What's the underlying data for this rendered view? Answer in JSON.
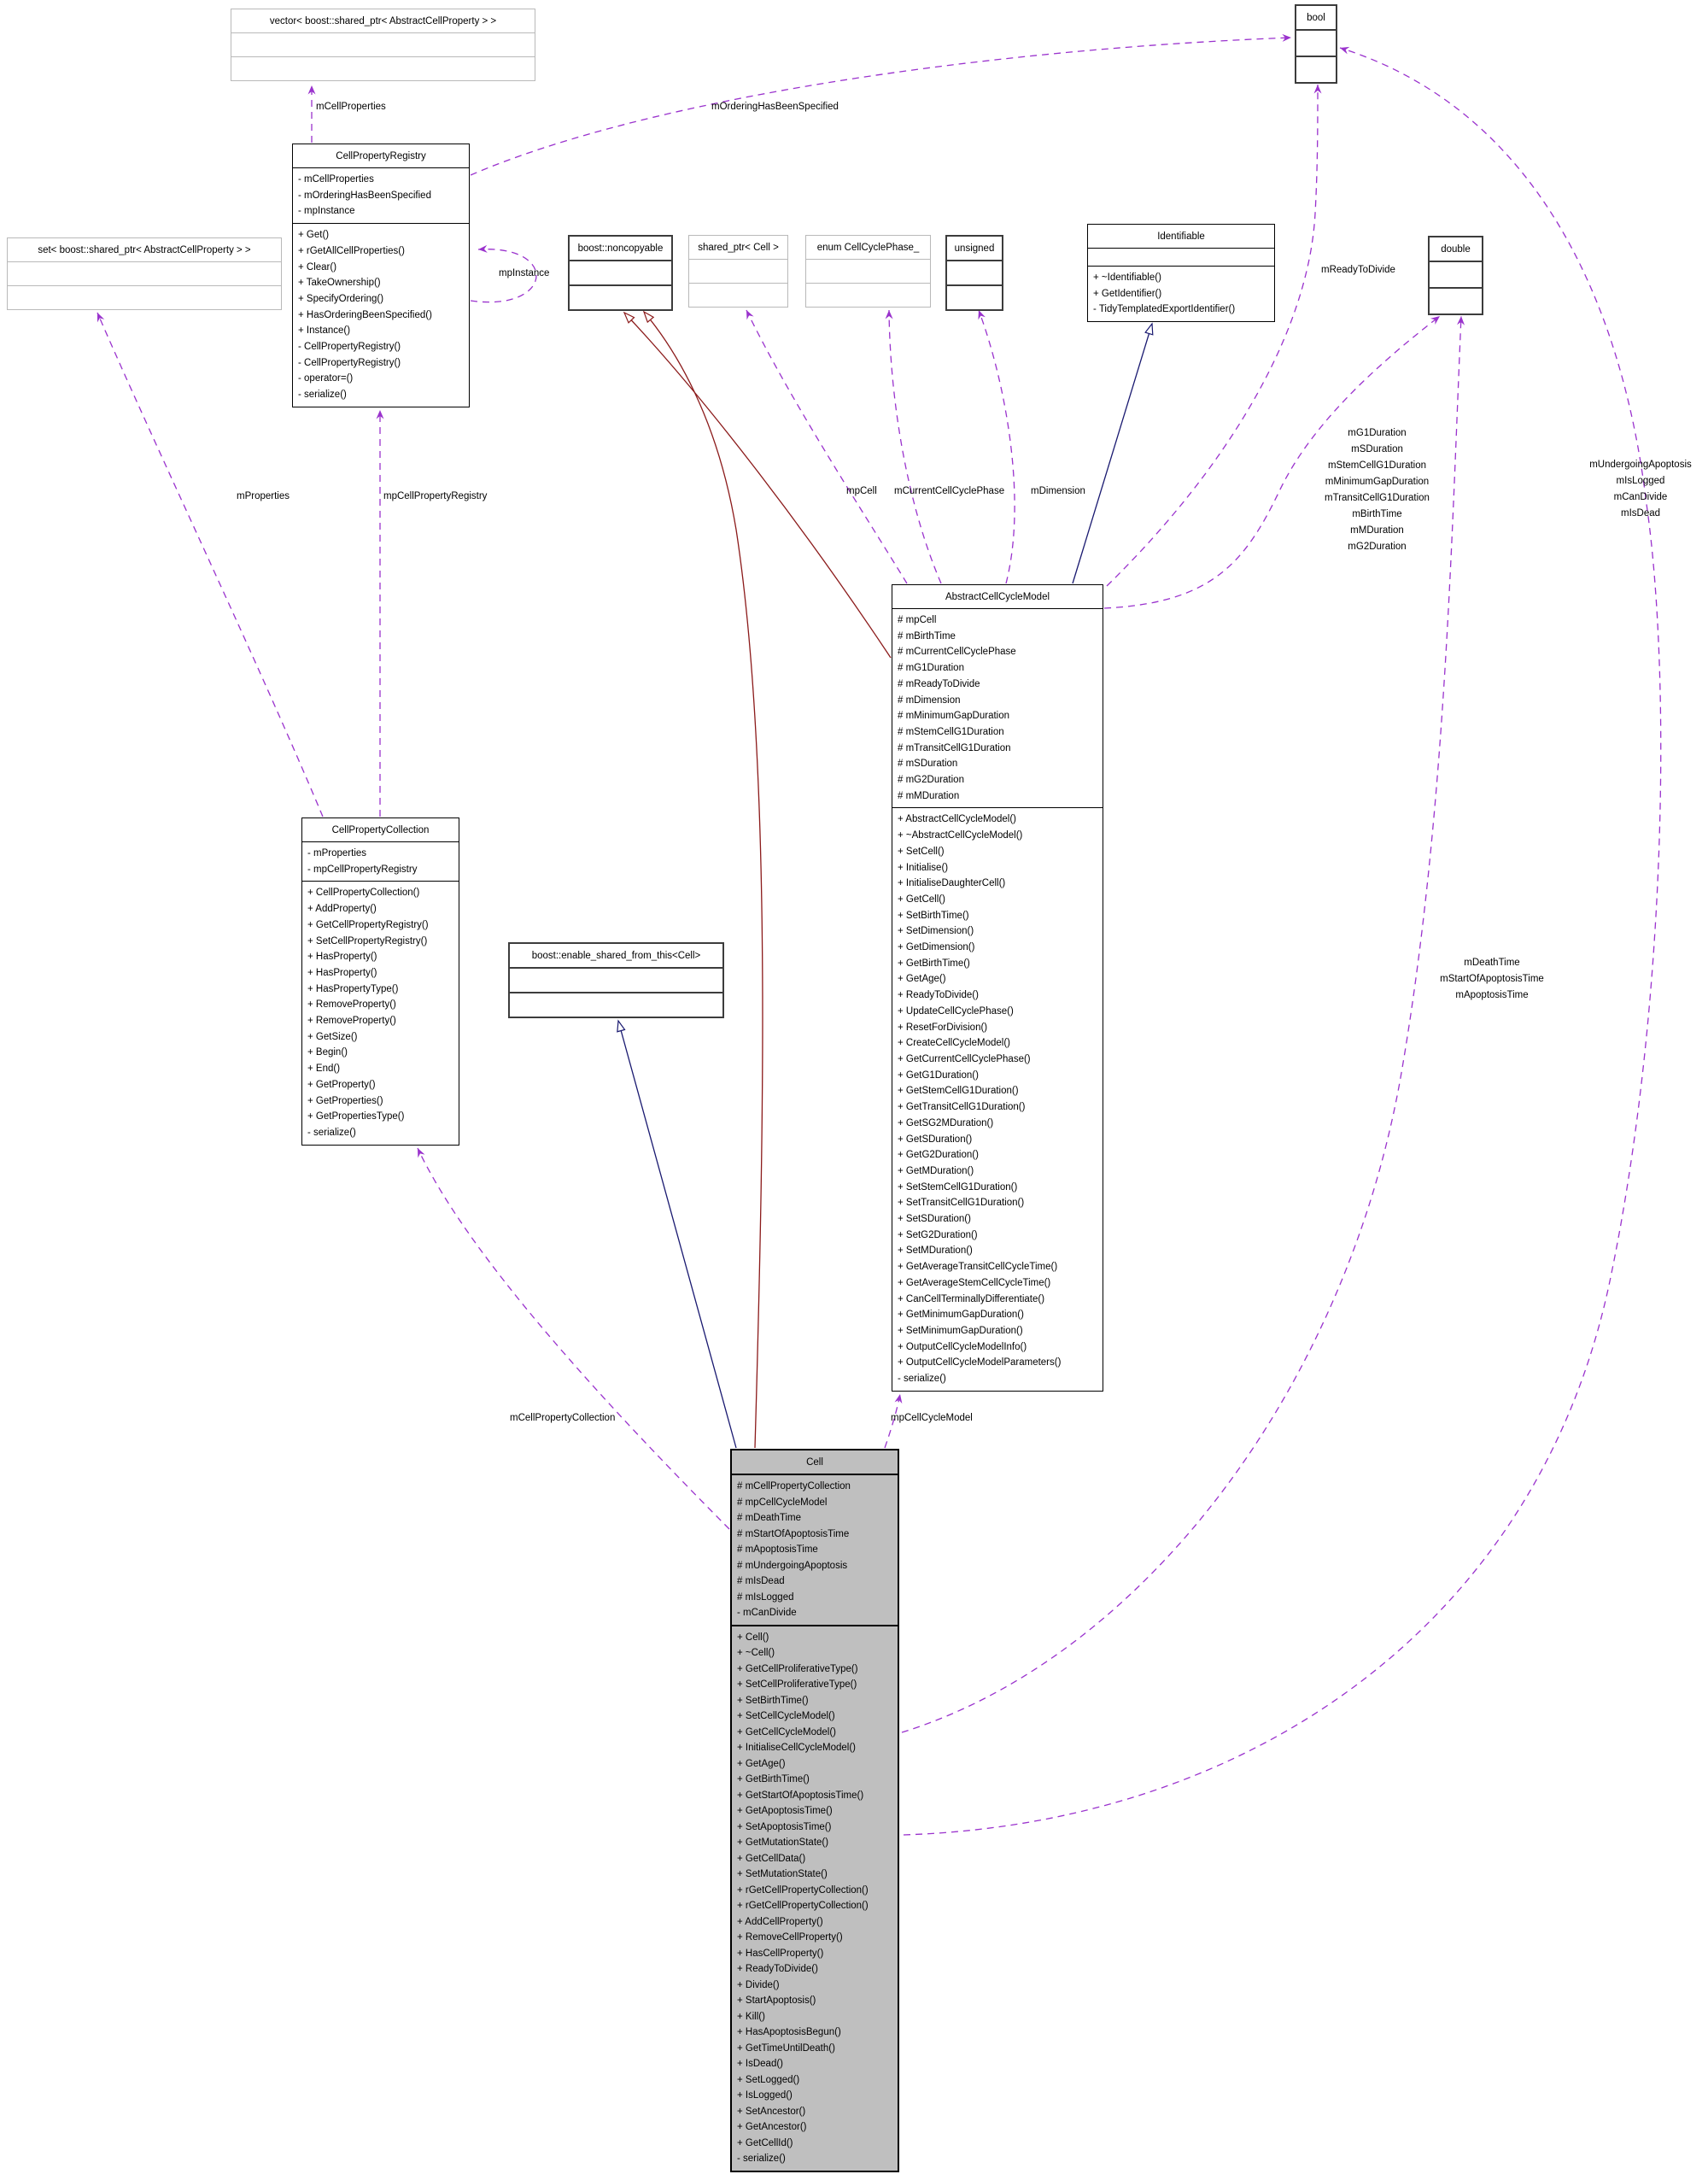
{
  "colors": {
    "usage_edge": "#9a32cd",
    "public_inheritance_edge": "#191970",
    "private_inheritance_edge": "#8b1a1a",
    "current_class_fill": "#bfbfbf",
    "undocumented_border": "#b9b9b9"
  },
  "classes": {
    "vector_box": {
      "title": "vector< boost::shared_ptr< AbstractCellProperty > >"
    },
    "set_box": {
      "title": "set< boost::shared_ptr< AbstractCellProperty > >"
    },
    "boost_noncopyable": {
      "title": "boost::noncopyable"
    },
    "shared_ptr_cell": {
      "title": "shared_ptr< Cell >"
    },
    "enum_cell_cycle_phase": {
      "title": "enum CellCyclePhase_"
    },
    "unsigned_box": {
      "title": "unsigned"
    },
    "bool_box": {
      "title": "bool"
    },
    "double_box": {
      "title": "double"
    },
    "enable_shared_from_this": {
      "title": "boost::enable_shared_from_this<Cell>"
    },
    "identifiable": {
      "title": "Identifiable",
      "methods": [
        "+ ~Identifiable()",
        "+ GetIdentifier()",
        "- TidyTemplatedExportIdentifier()"
      ]
    },
    "cell_property_registry": {
      "title": "CellPropertyRegistry",
      "attributes": [
        "- mCellProperties",
        "- mOrderingHasBeenSpecified",
        "- mpInstance"
      ],
      "methods": [
        "+ Get()",
        "+ rGetAllCellProperties()",
        "+ Clear()",
        "+ TakeOwnership()",
        "+ SpecifyOrdering()",
        "+ HasOrderingBeenSpecified()",
        "+ Instance()",
        "- CellPropertyRegistry()",
        "- CellPropertyRegistry()",
        "- operator=()",
        "- serialize()"
      ]
    },
    "cell_property_collection": {
      "title": "CellPropertyCollection",
      "attributes": [
        "- mProperties",
        "- mpCellPropertyRegistry"
      ],
      "methods": [
        "+ CellPropertyCollection()",
        "+ AddProperty()",
        "+ GetCellPropertyRegistry()",
        "+ SetCellPropertyRegistry()",
        "+ HasProperty()",
        "+ HasProperty()",
        "+ HasPropertyType()",
        "+ RemoveProperty()",
        "+ RemoveProperty()",
        "+ GetSize()",
        "+ Begin()",
        "+ End()",
        "+ GetProperty()",
        "+ GetProperties()",
        "+ GetPropertiesType()",
        "- serialize()"
      ]
    },
    "abstract_cell_cycle_model": {
      "title": "AbstractCellCycleModel",
      "attributes": [
        "# mpCell",
        "# mBirthTime",
        "# mCurrentCellCyclePhase",
        "# mG1Duration",
        "# mReadyToDivide",
        "# mDimension",
        "# mMinimumGapDuration",
        "# mStemCellG1Duration",
        "# mTransitCellG1Duration",
        "# mSDuration",
        "# mG2Duration",
        "# mMDuration"
      ],
      "methods": [
        "+ AbstractCellCycleModel()",
        "+ ~AbstractCellCycleModel()",
        "+ SetCell()",
        "+ Initialise()",
        "+ InitialiseDaughterCell()",
        "+ GetCell()",
        "+ SetBirthTime()",
        "+ SetDimension()",
        "+ GetDimension()",
        "+ GetBirthTime()",
        "+ GetAge()",
        "+ ReadyToDivide()",
        "+ UpdateCellCyclePhase()",
        "+ ResetForDivision()",
        "+ CreateCellCycleModel()",
        "+ GetCurrentCellCyclePhase()",
        "+ GetG1Duration()",
        "+ GetStemCellG1Duration()",
        "+ GetTransitCellG1Duration()",
        "+ GetSG2MDuration()",
        "+ GetSDuration()",
        "+ GetG2Duration()",
        "+ GetMDuration()",
        "+ SetStemCellG1Duration()",
        "+ SetTransitCellG1Duration()",
        "+ SetSDuration()",
        "+ SetG2Duration()",
        "+ SetMDuration()",
        "+ GetAverageTransitCellCycleTime()",
        "+ GetAverageStemCellCycleTime()",
        "+ CanCellTerminallyDifferentiate()",
        "+ GetMinimumGapDuration()",
        "+ SetMinimumGapDuration()",
        "+ OutputCellCycleModelInfo()",
        "+ OutputCellCycleModelParameters()",
        "- serialize()"
      ]
    },
    "cell": {
      "title": "Cell",
      "attributes": [
        "# mCellPropertyCollection",
        "# mpCellCycleModel",
        "# mDeathTime",
        "# mStartOfApoptosisTime",
        "# mApoptosisTime",
        "# mUndergoingApoptosis",
        "# mIsDead",
        "# mIsLogged",
        "- mCanDivide"
      ],
      "methods": [
        "+ Cell()",
        "+ ~Cell()",
        "+ GetCellProliferativeType()",
        "+ SetCellProliferativeType()",
        "+ SetBirthTime()",
        "+ SetCellCycleModel()",
        "+ GetCellCycleModel()",
        "+ InitialiseCellCycleModel()",
        "+ GetAge()",
        "+ GetBirthTime()",
        "+ GetStartOfApoptosisTime()",
        "+ GetApoptosisTime()",
        "+ SetApoptosisTime()",
        "+ GetMutationState()",
        "+ GetCellData()",
        "+ SetMutationState()",
        "+ rGetCellPropertyCollection()",
        "+ rGetCellPropertyCollection()",
        "+ AddCellProperty()",
        "+ RemoveCellProperty()",
        "+ HasCellProperty()",
        "+ ReadyToDivide()",
        "+ Divide()",
        "+ StartApoptosis()",
        "+ Kill()",
        "+ HasApoptosisBegun()",
        "+ GetTimeUntilDeath()",
        "+ IsDead()",
        "+ SetLogged()",
        "+ IsLogged()",
        "+ SetAncestor()",
        "+ GetAncestor()",
        "+ GetCellId()",
        "- serialize()"
      ]
    }
  },
  "edge_labels": {
    "m_cell_properties": "mCellProperties",
    "m_ordering_has_been_specified": "mOrderingHasBeenSpecified",
    "mp_instance": "mpInstance",
    "m_properties": "mProperties",
    "mp_cell_property_registry": "mpCellPropertyRegistry",
    "mp_cell": "mpCell",
    "m_current_cell_cycle_phase": "mCurrentCellCyclePhase",
    "m_dimension": "mDimension",
    "m_ready_to_divide": "mReadyToDivide",
    "durations": [
      "mG1Duration",
      "mSDuration",
      "mStemCellG1Duration",
      "mMinimumGapDuration",
      "mTransitCellG1Duration",
      "mBirthTime",
      "mMDuration",
      "mG2Duration"
    ],
    "death_times": [
      "mDeathTime",
      "mStartOfApoptosisTime",
      "mApoptosisTime"
    ],
    "apoptosis_flags": [
      "mUndergoingApoptosis",
      "mIsLogged",
      "mCanDivide",
      "mIsDead"
    ],
    "m_cell_property_collection": "mCellPropertyCollection",
    "mp_cell_cycle_model": "mpCellCycleModel"
  }
}
